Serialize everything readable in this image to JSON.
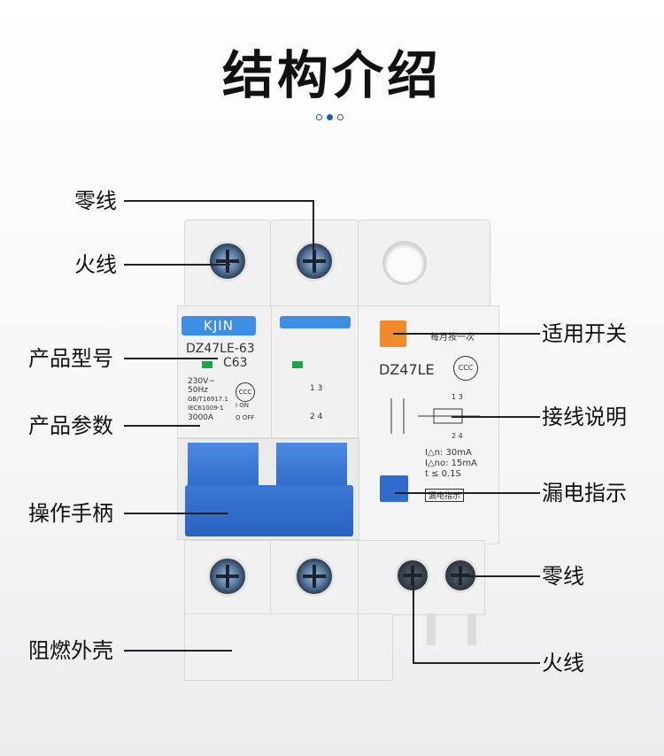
{
  "title": "结构介绍",
  "labels_left": [
    "零线",
    "火线",
    "产品型号",
    "产品参数",
    "操作手柄",
    "阻燃外壳"
  ],
  "labels_right": [
    "适用开关",
    "接线说明",
    "漏电指示",
    "零线",
    "火线"
  ],
  "device": {
    "brand": "KJIN",
    "model_left": "DZ47LE-63",
    "rating": "C63",
    "spec_lines": [
      "230V~",
      "50Hz",
      "GB/T16917.1",
      "IEC61009-1",
      "3000A"
    ],
    "on_label": "I ON",
    "off_label": "O OFF",
    "model_right": "DZ47LE",
    "cert": "CCC",
    "test_hint": "每月按一次",
    "terminal_top": "1 3",
    "terminal_bottom": "2 4",
    "idn": "I△n: 30mA",
    "idno": "I△no: 15mA",
    "time": "t ≤ 0.1S",
    "leak_indicator": "漏电指示",
    "wiring_top": "1 3",
    "wiring_bottom": "2 4"
  },
  "colors": {
    "accent": "#1a5ab8",
    "handle": "#2f6ccc",
    "test_button": "#f08a2a"
  }
}
